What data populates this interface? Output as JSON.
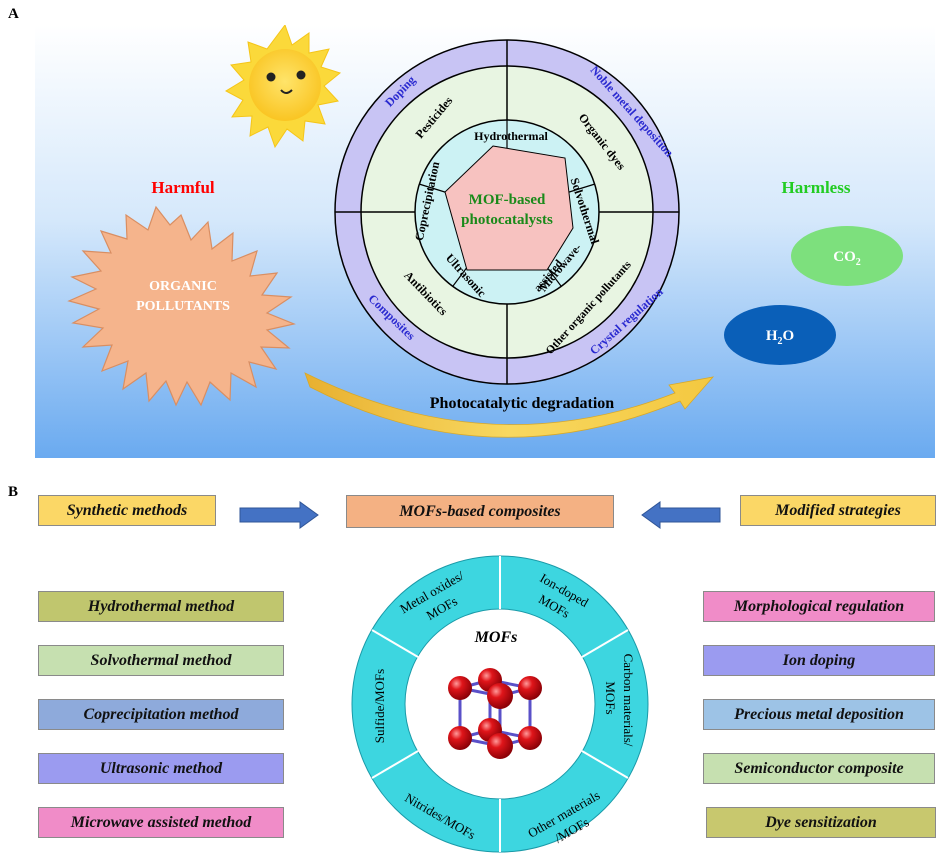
{
  "panel_a": {
    "label": "A",
    "harmful": "Harmful",
    "harmless": "Harmless",
    "pollutants_line1": "ORGANIC",
    "pollutants_line2": "POLLUTANTS",
    "co2": "CO",
    "co2_sub": "2",
    "h2o_h": "H",
    "h2o_sub": "2",
    "h2o_o": "O",
    "degradation": "Photocatalytic degradation",
    "center_line1": "MOF-based",
    "center_line2": "photocatalysts",
    "inner_methods": [
      "Hydrothermal",
      "Solvothermal",
      "Microwave-",
      "assisted",
      "Ultrasonic",
      "Coprecipitation"
    ],
    "middle_pollutants": [
      "Pesticides",
      "Organic dyes",
      "Other organic pollutants",
      "Antibiotics"
    ],
    "outer_strategies": [
      "Doping",
      "Noble metal deposition",
      "Crystal regulation",
      "Composites"
    ],
    "colors": {
      "sky_top": "#ffffff",
      "sky_bottom": "#6aaaf0",
      "harmful": "#ff0000",
      "harmless": "#22cc22",
      "star": "#f5b48c",
      "co2": "#7de07d",
      "h2o": "#0a5fb8",
      "outer_ring": "#c8c4f4",
      "middle_ring": "#e8f5e2",
      "inner_ring": "#ccf2f4",
      "pentagon": "#f7c2c0",
      "arrow": "#f2c040"
    }
  },
  "panel_b": {
    "label": "B",
    "synthetic": "Synthetic methods",
    "composites": "MOFs-based composites",
    "modified": "Modified strategies",
    "left_methods": [
      {
        "label": "Hydrothermal method",
        "color": "#c0c66e"
      },
      {
        "label": "Solvothermal method",
        "color": "#c6e0b0"
      },
      {
        "label": "Coprecipitation method",
        "color": "#8eaadb"
      },
      {
        "label": "Ultrasonic method",
        "color": "#9b9bf0"
      },
      {
        "label": "Microwave assisted method",
        "color": "#f08cc8"
      }
    ],
    "right_strategies": [
      {
        "label": "Morphological regulation",
        "color": "#f08cc8"
      },
      {
        "label": "Ion doping",
        "color": "#9b9bf0"
      },
      {
        "label": "Precious metal deposition",
        "color": "#9dc3e6"
      },
      {
        "label": "Semiconductor composite",
        "color": "#c6e0b0"
      },
      {
        "label": "Dye sensitization",
        "color": "#c8c86e"
      }
    ],
    "mofs_title": "MOFs",
    "ring_labels": {
      "metal_oxides": [
        "Metal oxides/",
        "MOFs"
      ],
      "ion_doped": [
        "Ion-doped",
        "MOFs"
      ],
      "carbon": [
        "Carbon materials/",
        "MOFs"
      ],
      "other": [
        "Other materials",
        "/MOFs"
      ],
      "nitrides": [
        "Nitrides/MOFs"
      ],
      "sulfide": [
        "Sulfide/MOFs"
      ]
    },
    "colors": {
      "ring": "#3dd6e0",
      "top_box": "#fbd766",
      "center_box": "#f4b183",
      "arrow": "#4472c4",
      "sphere": "#e0151a",
      "cube": "#5a50c8"
    }
  }
}
